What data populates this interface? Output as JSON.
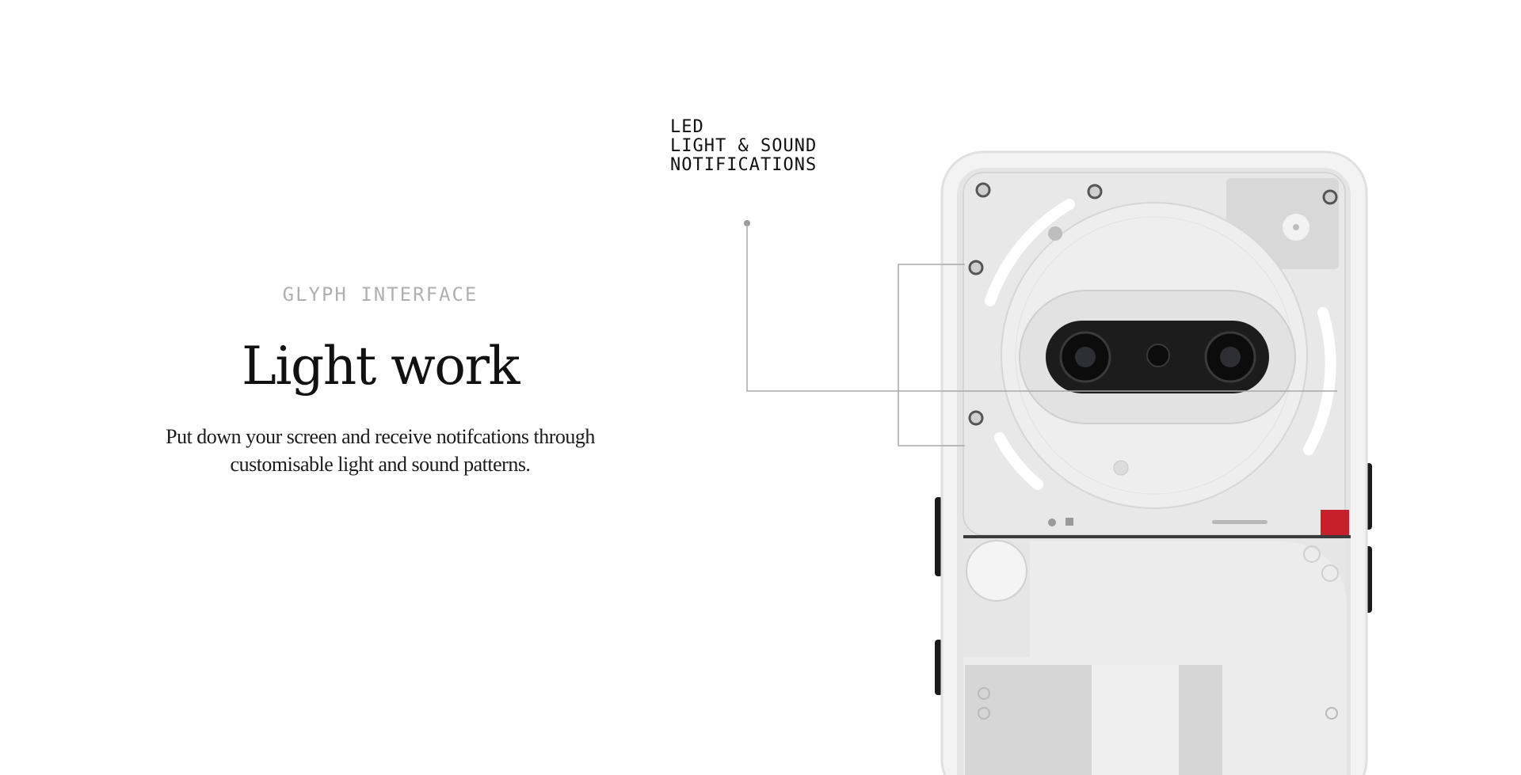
{
  "section": {
    "eyebrow": "GLYPH INTERFACE",
    "headline": "Light work",
    "body_line1": "Put down your screen and receive notifcations through",
    "body_line2": "customisable light and sound patterns."
  },
  "callout": {
    "line1": "LED",
    "line2": "LIGHT & SOUND",
    "line3": "NOTIFICATIONS"
  },
  "phone": {
    "image": "phone-back-glyph-interface",
    "accent_color": "#c8202a",
    "frame_color": "#f2f2f2"
  }
}
